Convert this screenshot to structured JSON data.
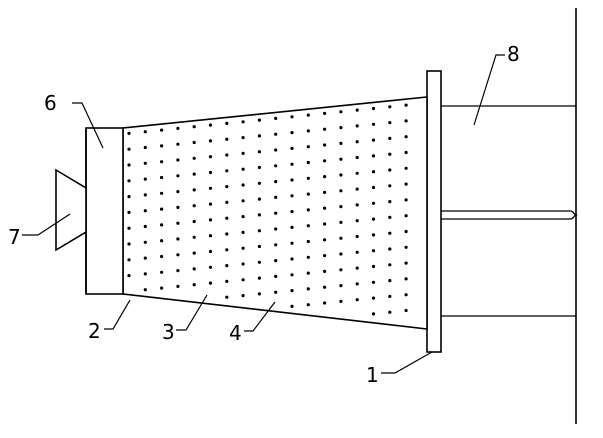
{
  "diagram": {
    "line_color": "#000000",
    "background": "#ffffff",
    "labels": {
      "l1": "1",
      "l2": "2",
      "l3": "3",
      "l4": "4",
      "l6": "6",
      "l7": "7",
      "l8": "8"
    }
  }
}
